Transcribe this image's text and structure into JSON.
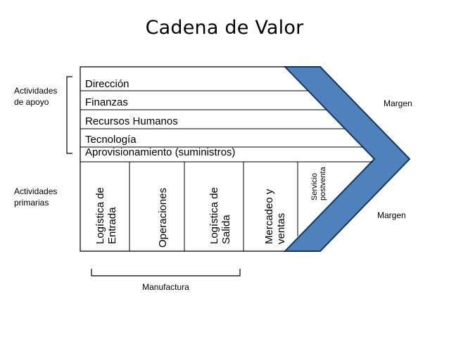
{
  "title": "Cadena de Valor",
  "left_labels": {
    "support": [
      "Actividades",
      "de apoyo"
    ],
    "primary": [
      "Actividades",
      "primarias"
    ]
  },
  "support_activities": [
    "Dirección",
    "Finanzas",
    "Recursos Humanos",
    "Tecnología",
    "Aprovisionamiento (suministros)"
  ],
  "primary_activities": [
    [
      "Logística de",
      "Entrada"
    ],
    [
      "Operaciones"
    ],
    [
      "Logística de",
      "Salida"
    ],
    [
      "Mercadeo y",
      "ventas"
    ],
    [
      "Servicio",
      "postventa"
    ]
  ],
  "margin_labels": [
    "Margen",
    "Margen"
  ],
  "bracket_label": "Manufactura",
  "colors": {
    "chevron_fill": "#4f81bd",
    "chevron_stroke": "#17375e",
    "line": "#000000"
  }
}
